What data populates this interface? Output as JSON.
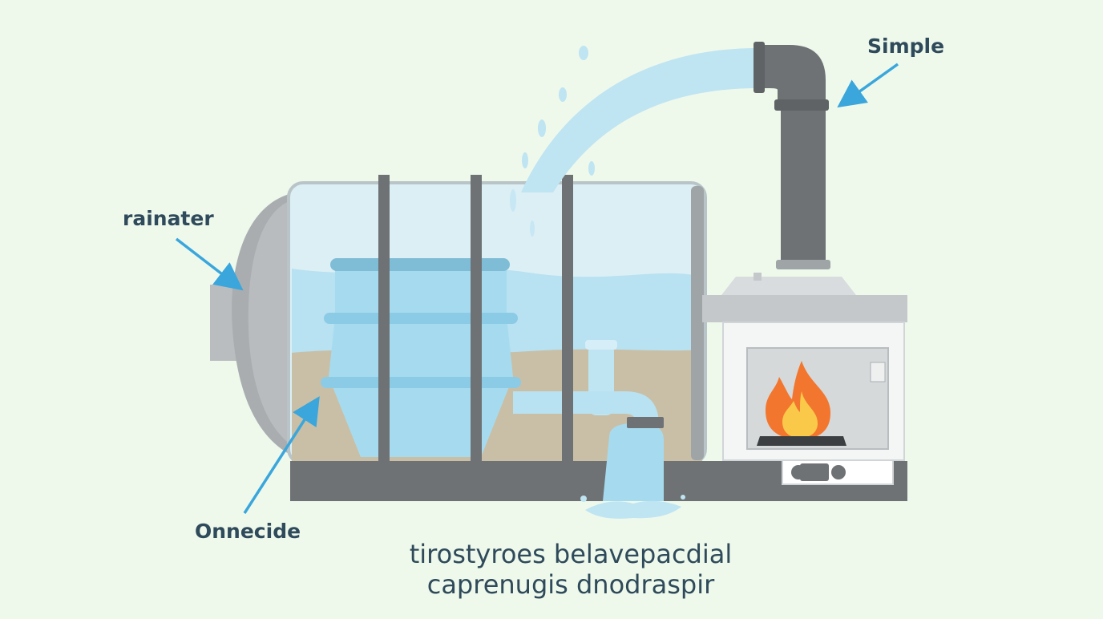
{
  "labels": {
    "rainwater": "rainater",
    "simple": "Simple",
    "onnecide": "Onnecide"
  },
  "caption": {
    "line1": "tirostyroes belavepacdial",
    "line2": "caprenugis dnodraspir"
  },
  "icons": [
    "flame-icon",
    "valve-knob-icon",
    "arrow-icon"
  ],
  "colors": {
    "background": "#eef9ec",
    "water": "#b8e1f1",
    "water_dark": "#8ccbe6",
    "sediment": "#c9bfa6",
    "metal": "#6e7275",
    "metal_light": "#a9adb0",
    "arrow": "#3aa6dc",
    "flame": "#f2762e",
    "flame_inner": "#fbc94a",
    "text": "#2f4a5a"
  }
}
